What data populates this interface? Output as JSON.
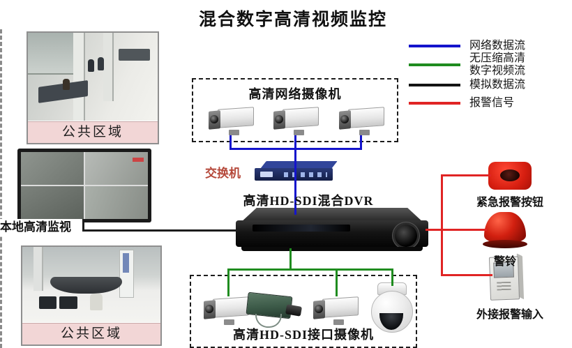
{
  "title": "混合数字高清视频监控",
  "legend": {
    "items": [
      {
        "name": "network-data-flow",
        "label": "网络数据流",
        "color": "#1414cc"
      },
      {
        "name": "uncompressed-hd-digital-video",
        "label": "无压缩高清\n数字视频流",
        "color": "#1f8c1f"
      },
      {
        "name": "analog-data-flow",
        "label": "模拟数据流",
        "color": "#141414"
      },
      {
        "name": "alarm-signal",
        "label": "报警信号",
        "color": "#e02424"
      }
    ]
  },
  "monitors": {
    "top_photo_caption": "公共区域",
    "local_monitor_label": "本地高清监视",
    "bottom_photo_caption": "公共区域"
  },
  "devices": {
    "ip_camera_group": "高清网络摄像机",
    "switch": "交换机",
    "dvr": "高清HD-SDI混合DVR",
    "sdi_camera_group": "高清HD-SDI接口摄像机",
    "panic_button": "紧急报警按钮",
    "alarm_bell": "警铃",
    "external_alarm_input": "外接报警输入"
  },
  "colors": {
    "network": "#1414cc",
    "hd_video": "#1f8c1f",
    "analog": "#1c1c1c",
    "alarm": "#e02424",
    "switch_label": "#b5483a"
  }
}
